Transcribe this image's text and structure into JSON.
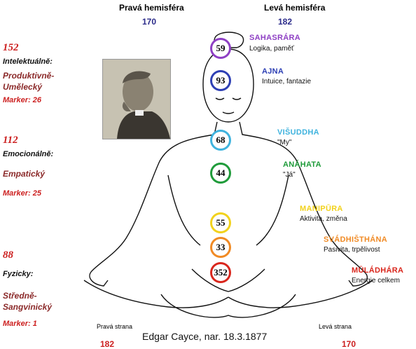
{
  "header": {
    "right_hemisphere": "Pravá hemisféra",
    "left_hemisphere": "Levá hemisféra",
    "right_value": "170",
    "left_value": "182"
  },
  "levels": [
    {
      "number": "152",
      "category": "Intelektuálně:",
      "type": "Produktivně-Umělecký",
      "marker": "Marker: 26"
    },
    {
      "number": "112",
      "category": "Emocionálně:",
      "type": "Empatický",
      "marker": "Marker: 25"
    },
    {
      "number": "88",
      "category": "Fyzicky:",
      "type": "Středně-Sangvinický",
      "marker": "Marker: 1"
    }
  ],
  "chakras": [
    {
      "value": "59",
      "name": "SAHASRÁRA",
      "desc": "Logika, paměť",
      "color": "#8e3fc4"
    },
    {
      "value": "93",
      "name": "AJNA",
      "desc": "Intuice, fantazie",
      "color": "#2d3fb4"
    },
    {
      "value": "68",
      "name": "VIŠUDDHA",
      "desc": "\"My\"",
      "color": "#3fb3de"
    },
    {
      "value": "44",
      "name": "ANÁHATA",
      "desc": "\"Já\"",
      "color": "#1f9b3a"
    },
    {
      "value": "55",
      "name": "MANIPŪRA",
      "desc": "Aktivita, změna",
      "color": "#f2d21c"
    },
    {
      "value": "33",
      "name": "SVÁDHIŠTHÁNA",
      "desc": "Pasivita, trpělivost",
      "color": "#f08a24"
    },
    {
      "value": "352",
      "name": "MŪLÁDHÁRA",
      "desc": "Energie celkem",
      "color": "#d9261c"
    }
  ],
  "footer": {
    "right_side": "Pravá strana",
    "left_side": "Levá strana",
    "right_value": "182",
    "left_value": "170",
    "caption": "Edgar Cayce, nar. 18.3.1877"
  },
  "colors": {
    "level_number": "#cc1f1f",
    "type_text": "#8b2a2a",
    "header_number": "#2b2b8a"
  },
  "icons": {
    "figure": "meditating-figure-drawing",
    "photo": "portrait-photo"
  }
}
